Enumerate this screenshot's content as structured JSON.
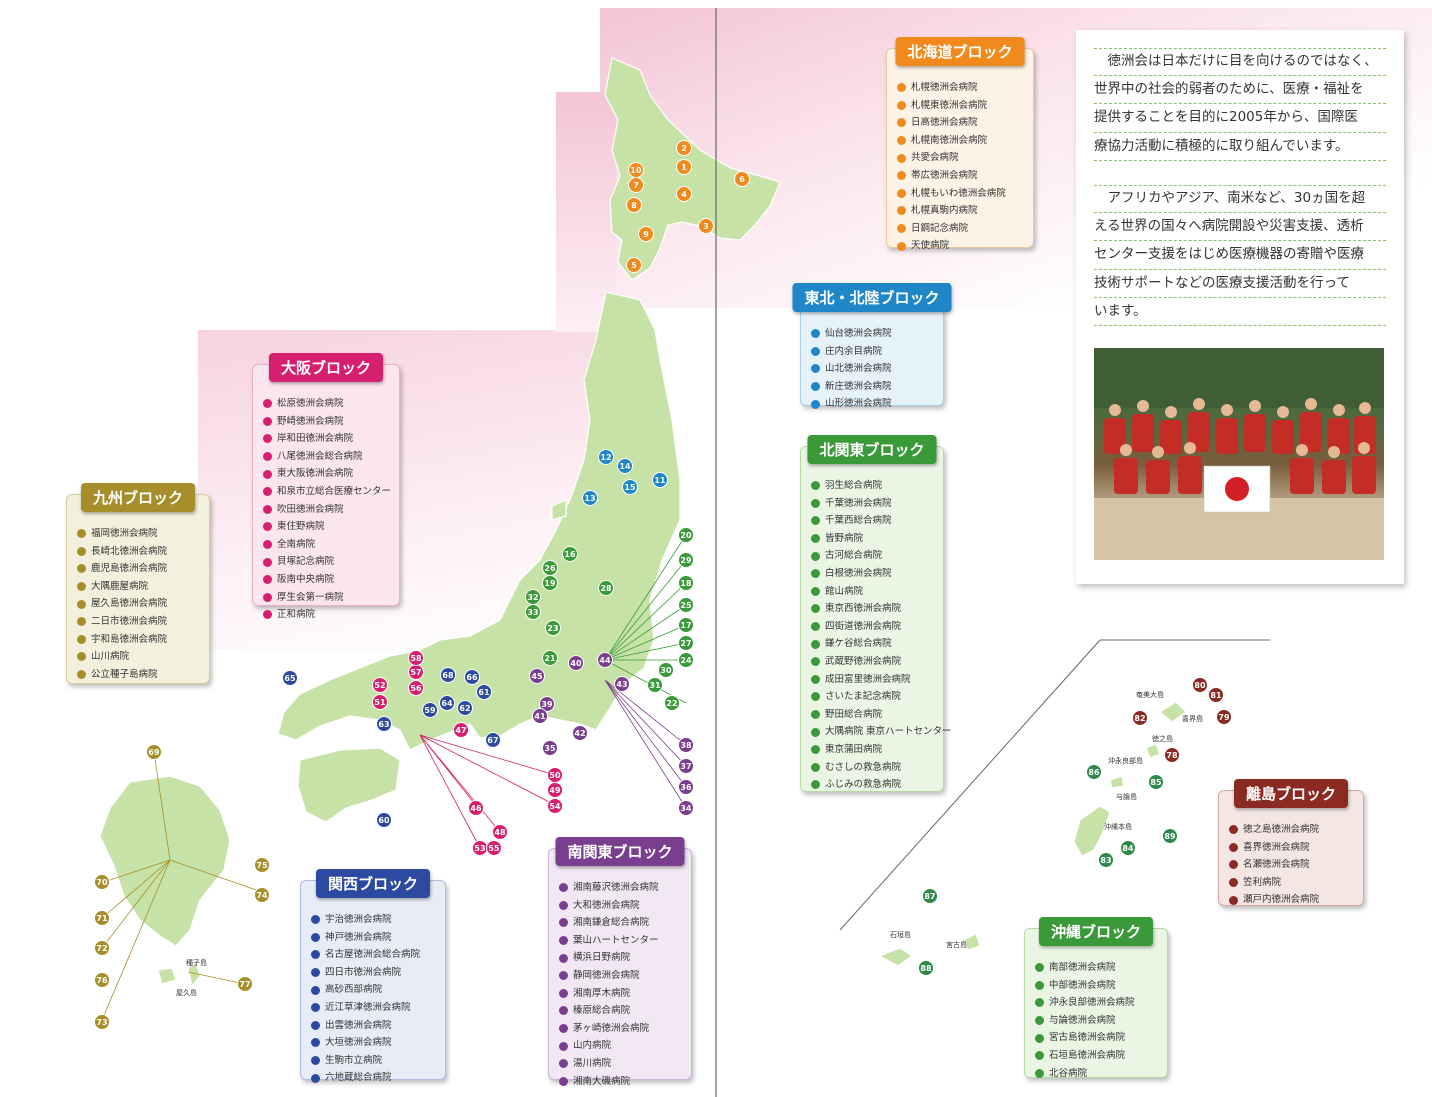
{
  "blocks": {
    "hokkaido": {
      "title": "北海道ブロック",
      "color": "#f08a1c",
      "items": [
        "札幌徳洲会病院",
        "札幌東徳洲会病院",
        "日高徳洲会病院",
        "札幌南徳洲会病院",
        "共愛会病院",
        "帯広徳洲会病院",
        "札幌もいわ徳洲会病院",
        "札幌真駒内病院",
        "日鋼記念病院",
        "天使病院"
      ]
    },
    "tohoku": {
      "title": "東北・北陸ブロック",
      "color": "#1f87c8",
      "items": [
        "仙台徳洲会病院",
        "庄内余目病院",
        "山北徳洲会病院",
        "新庄徳洲会病院",
        "山形徳洲会病院"
      ]
    },
    "kitakanto": {
      "title": "北関東ブロック",
      "color": "#3a9a3a",
      "items": [
        "羽生総合病院",
        "千葉徳洲会病院",
        "千葉西総合病院",
        "皆野病院",
        "古河総合病院",
        "白根徳洲会病院",
        "館山病院",
        "東京西徳洲会病院",
        "四街道徳洲会病院",
        "鎌ケ谷総合病院",
        "武蔵野徳洲会病院",
        "成田富里徳洲会病院",
        "さいたま記念病院",
        "野田総合病院",
        "大隅病院 東京ハートセンター",
        "東京蒲田病院",
        "むさしの救急病院",
        "ふじみの救急病院"
      ]
    },
    "osaka": {
      "title": "大阪ブロック",
      "color": "#d61f6e",
      "items": [
        "松原徳洲会病院",
        "野崎徳洲会病院",
        "岸和田徳洲会病院",
        "八尾徳洲会総合病院",
        "東大阪徳洲会病院",
        "和泉市立総合医療センター",
        "吹田徳洲会病院",
        "東住野病院",
        "全南病院",
        "貝塚記念病院",
        "阪南中央病院",
        "厚生会第一病院",
        "正和病院"
      ]
    },
    "kyushu": {
      "title": "九州ブロック",
      "color": "#a68f2a",
      "items": [
        "福岡徳洲会病院",
        "長崎北徳洲会病院",
        "鹿児島徳洲会病院",
        "大隅鹿屋病院",
        "屋久島徳洲会病院",
        "二日市徳洲会病院",
        "宇和島徳洲会病院",
        "山川病院",
        "公立種子島病院"
      ]
    },
    "kansai": {
      "title": "関西ブロック",
      "color": "#2c4aa0",
      "items": [
        "宇治徳洲会病院",
        "神戸徳洲会病院",
        "名古屋徳洲会総合病院",
        "四日市徳洲会病院",
        "高砂西部病院",
        "近江草津徳洲会病院",
        "出雲徳洲会病院",
        "大垣徳洲会病院",
        "生駒市立病院",
        "六地蔵総合病院"
      ]
    },
    "minamikanto": {
      "title": "南関東ブロック",
      "color": "#7a3e8e",
      "items": [
        "湘南藤沢徳洲会病院",
        "大和徳洲会病院",
        "湘南鎌倉総合病院",
        "葉山ハートセンター",
        "横浜日野病院",
        "静岡徳洲会病院",
        "湘南厚木病院",
        "榛原総合病院",
        "茅ヶ崎徳洲会病院",
        "山内病院",
        "湯川病院",
        "湘南大磯病院"
      ]
    },
    "okinawa": {
      "title": "沖縄ブロック",
      "color": "#3a9a3a",
      "items": [
        "南部徳洲会病院",
        "中部徳洲会病院",
        "沖永良部徳洲会病院",
        "与論徳洲会病院",
        "宮古島徳洲会病院",
        "石垣島徳洲会病院",
        "北谷病院"
      ]
    },
    "ritou": {
      "title": "離島ブロック",
      "color": "#8a2a22",
      "items": [
        "徳之島徳洲会病院",
        "喜界徳洲会病院",
        "名瀬徳洲会病院",
        "笠利病院",
        "瀬戸内徳洲会病院"
      ]
    }
  },
  "intro": {
    "para1": [
      "徳洲会は日本だけに目を向けるのではなく、",
      "世界中の社会的弱者のために、医療・福祉を",
      "提供することを目的に2005年から、国際医",
      "療協力活動に積極的に取り組んでいます。"
    ],
    "para2": [
      "アフリカやアジア、南米など、30ヵ国を超",
      "える世界の国々へ病院開設や災害支援、透析",
      "センター支援をはじめ医療機器の寄贈や医療",
      "技術サポートなどの医療支援活動を行って",
      "います。"
    ]
  },
  "islands": {
    "amami": "奄美大島",
    "kikai": "喜界島",
    "tokuno": "徳之島",
    "okinoerabu": "沖永良部島",
    "yoron": "与論島",
    "okinawa": "沖縄本島",
    "ishigaki": "石垣島",
    "miyako": "宮古島",
    "tanegashima": "種子島",
    "yakushima": "屋久島"
  },
  "markers": [
    {
      "n": "1",
      "c": "#f08a1c"
    },
    {
      "n": "2",
      "c": "#f08a1c"
    },
    {
      "n": "3",
      "c": "#f08a1c"
    },
    {
      "n": "4",
      "c": "#f08a1c"
    },
    {
      "n": "5",
      "c": "#f08a1c"
    },
    {
      "n": "6",
      "c": "#f08a1c"
    },
    {
      "n": "7",
      "c": "#f08a1c"
    },
    {
      "n": "8",
      "c": "#f08a1c"
    },
    {
      "n": "9",
      "c": "#f08a1c"
    },
    {
      "n": "10",
      "c": "#f08a1c"
    },
    {
      "n": "12",
      "c": "#1f87c8"
    },
    {
      "n": "13",
      "c": "#1f87c8"
    },
    {
      "n": "14",
      "c": "#1f87c8"
    },
    {
      "n": "15",
      "c": "#1f87c8"
    },
    {
      "n": "11",
      "c": "#1f87c8"
    },
    {
      "n": "16",
      "c": "#3a9a3a"
    },
    {
      "n": "17",
      "c": "#3a9a3a"
    },
    {
      "n": "18",
      "c": "#3a9a3a"
    },
    {
      "n": "19",
      "c": "#3a9a3a"
    },
    {
      "n": "20",
      "c": "#3a9a3a"
    },
    {
      "n": "21",
      "c": "#3a9a3a"
    },
    {
      "n": "22",
      "c": "#3a9a3a"
    },
    {
      "n": "23",
      "c": "#3a9a3a"
    },
    {
      "n": "24",
      "c": "#3a9a3a"
    },
    {
      "n": "25",
      "c": "#3a9a3a"
    },
    {
      "n": "26",
      "c": "#3a9a3a"
    },
    {
      "n": "27",
      "c": "#3a9a3a"
    },
    {
      "n": "28",
      "c": "#3a9a3a"
    },
    {
      "n": "29",
      "c": "#3a9a3a"
    },
    {
      "n": "30",
      "c": "#3a9a3a"
    },
    {
      "n": "31",
      "c": "#3a9a3a"
    },
    {
      "n": "32",
      "c": "#3a9a3a"
    },
    {
      "n": "33",
      "c": "#3a9a3a"
    },
    {
      "n": "34",
      "c": "#7a3e8e"
    },
    {
      "n": "35",
      "c": "#7a3e8e"
    },
    {
      "n": "36",
      "c": "#7a3e8e"
    },
    {
      "n": "37",
      "c": "#7a3e8e"
    },
    {
      "n": "38",
      "c": "#7a3e8e"
    },
    {
      "n": "39",
      "c": "#7a3e8e"
    },
    {
      "n": "40",
      "c": "#7a3e8e"
    },
    {
      "n": "41",
      "c": "#7a3e8e"
    },
    {
      "n": "42",
      "c": "#7a3e8e"
    },
    {
      "n": "43",
      "c": "#7a3e8e"
    },
    {
      "n": "44",
      "c": "#7a3e8e"
    },
    {
      "n": "45",
      "c": "#7a3e8e"
    },
    {
      "n": "46",
      "c": "#d61f6e"
    },
    {
      "n": "47",
      "c": "#d61f6e"
    },
    {
      "n": "48",
      "c": "#d61f6e"
    },
    {
      "n": "49",
      "c": "#d61f6e"
    },
    {
      "n": "50",
      "c": "#d61f6e"
    },
    {
      "n": "51",
      "c": "#d61f6e"
    },
    {
      "n": "52",
      "c": "#d61f6e"
    },
    {
      "n": "53",
      "c": "#d61f6e"
    },
    {
      "n": "54",
      "c": "#d61f6e"
    },
    {
      "n": "55",
      "c": "#d61f6e"
    },
    {
      "n": "56",
      "c": "#d61f6e"
    },
    {
      "n": "57",
      "c": "#d61f6e"
    },
    {
      "n": "58",
      "c": "#d61f6e"
    },
    {
      "n": "59",
      "c": "#2c4aa0"
    },
    {
      "n": "60",
      "c": "#2c4aa0"
    },
    {
      "n": "61",
      "c": "#2c4aa0"
    },
    {
      "n": "62",
      "c": "#2c4aa0"
    },
    {
      "n": "63",
      "c": "#2c4aa0"
    },
    {
      "n": "64",
      "c": "#2c4aa0"
    },
    {
      "n": "65",
      "c": "#2c4aa0"
    },
    {
      "n": "66",
      "c": "#2c4aa0"
    },
    {
      "n": "67",
      "c": "#2c4aa0"
    },
    {
      "n": "68",
      "c": "#2c4aa0"
    },
    {
      "n": "69",
      "c": "#a68f2a"
    },
    {
      "n": "70",
      "c": "#a68f2a"
    },
    {
      "n": "71",
      "c": "#a68f2a"
    },
    {
      "n": "72",
      "c": "#a68f2a"
    },
    {
      "n": "73",
      "c": "#a68f2a"
    },
    {
      "n": "74",
      "c": "#a68f2a"
    },
    {
      "n": "75",
      "c": "#a68f2a"
    },
    {
      "n": "76",
      "c": "#a68f2a"
    },
    {
      "n": "77",
      "c": "#a68f2a"
    },
    {
      "n": "78",
      "c": "#8a2a22"
    },
    {
      "n": "79",
      "c": "#8a2a22"
    },
    {
      "n": "80",
      "c": "#8a2a22"
    },
    {
      "n": "81",
      "c": "#8a2a22"
    },
    {
      "n": "82",
      "c": "#8a2a22"
    },
    {
      "n": "83",
      "c": "#2e8a4a"
    },
    {
      "n": "84",
      "c": "#2e8a4a"
    },
    {
      "n": "85",
      "c": "#2e8a4a"
    },
    {
      "n": "86",
      "c": "#2e8a4a"
    },
    {
      "n": "87",
      "c": "#2e8a4a"
    },
    {
      "n": "88",
      "c": "#2e8a4a"
    },
    {
      "n": "89",
      "c": "#2e8a4a"
    }
  ]
}
